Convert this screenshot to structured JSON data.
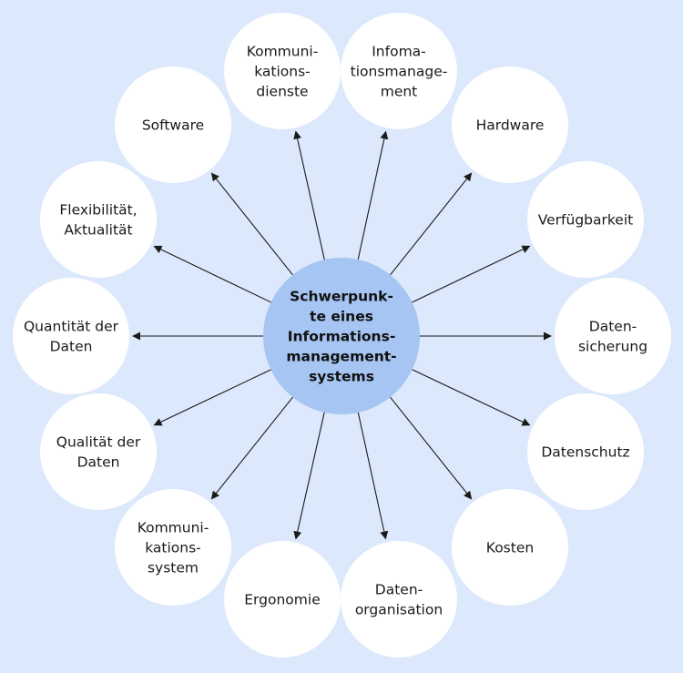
{
  "colors": {
    "background": "#dce8fb",
    "center_fill": "#a6c5f3",
    "node_fill": "#ffffff",
    "arrow": "#1a1a1a"
  },
  "center": {
    "lines": [
      "Schwerpunk-",
      "te eines",
      "Informations-",
      "management-",
      "systems"
    ]
  },
  "nodes": [
    {
      "id": "kommunikationsdienste",
      "lines": [
        "Kommuni-",
        "kations-",
        "dienste"
      ]
    },
    {
      "id": "informationsmanagement",
      "lines": [
        "Infoma-",
        "tionsmanage-",
        "ment"
      ]
    },
    {
      "id": "hardware",
      "lines": [
        "Hardware"
      ]
    },
    {
      "id": "verfuegbarkeit",
      "lines": [
        "Verfügbarkeit"
      ]
    },
    {
      "id": "datensicherung",
      "lines": [
        "Daten-",
        "sicherung"
      ]
    },
    {
      "id": "datenschutz",
      "lines": [
        "Datenschutz"
      ]
    },
    {
      "id": "kosten",
      "lines": [
        "Kosten"
      ]
    },
    {
      "id": "datenorganisation",
      "lines": [
        "Daten-",
        "organisation"
      ]
    },
    {
      "id": "ergonomie",
      "lines": [
        "Ergonomie"
      ]
    },
    {
      "id": "kommunikationssystem",
      "lines": [
        "Kommuni-",
        "kations-",
        "system"
      ]
    },
    {
      "id": "qualitaet-der-daten",
      "lines": [
        "Qualität der",
        "Daten"
      ]
    },
    {
      "id": "quantitaet-der-daten",
      "lines": [
        "Quantität der",
        "Daten"
      ]
    },
    {
      "id": "flexibilitaet-aktualitaet",
      "lines": [
        "Flexibilität,",
        "Aktualität"
      ]
    },
    {
      "id": "software",
      "lines": [
        "Software"
      ]
    }
  ]
}
